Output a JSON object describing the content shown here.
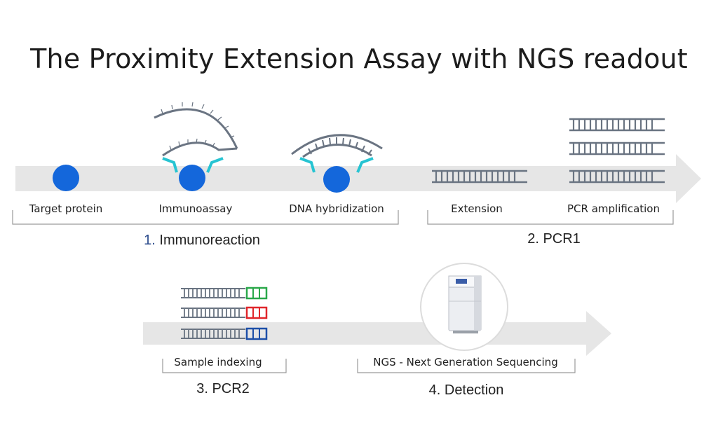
{
  "title": "The Proximity Extension Assay with NGS readout",
  "steps": {
    "target_protein": "Target protein",
    "immunoassay": "Immunoassay",
    "dna_hybridization": "DNA hybridization",
    "extension": "Extension",
    "pcr_amplification": "PCR amplification",
    "sample_indexing": "Sample indexing",
    "ngs": "NGS - Next Generation Sequencing"
  },
  "groups": {
    "immunoreaction_num": "1.",
    "immunoreaction": "Immunoreaction",
    "pcr1": "2. PCR1",
    "pcr2": "3. PCR2",
    "detection": "4. Detection"
  },
  "colors": {
    "arrow": "#e6e6e6",
    "protein": "#1467db",
    "antibody": "#27c4d2",
    "dna": "#6a7482",
    "index_green": "#2aa84a",
    "index_red": "#e0262b",
    "index_blue": "#1d4fa8",
    "group_number": "#2b4b8c"
  },
  "icons": {
    "protein": "target-protein-icon",
    "antibody": "antibody-icon",
    "dna": "dna-duplex-icon",
    "sequencer": "sequencer-icon"
  }
}
